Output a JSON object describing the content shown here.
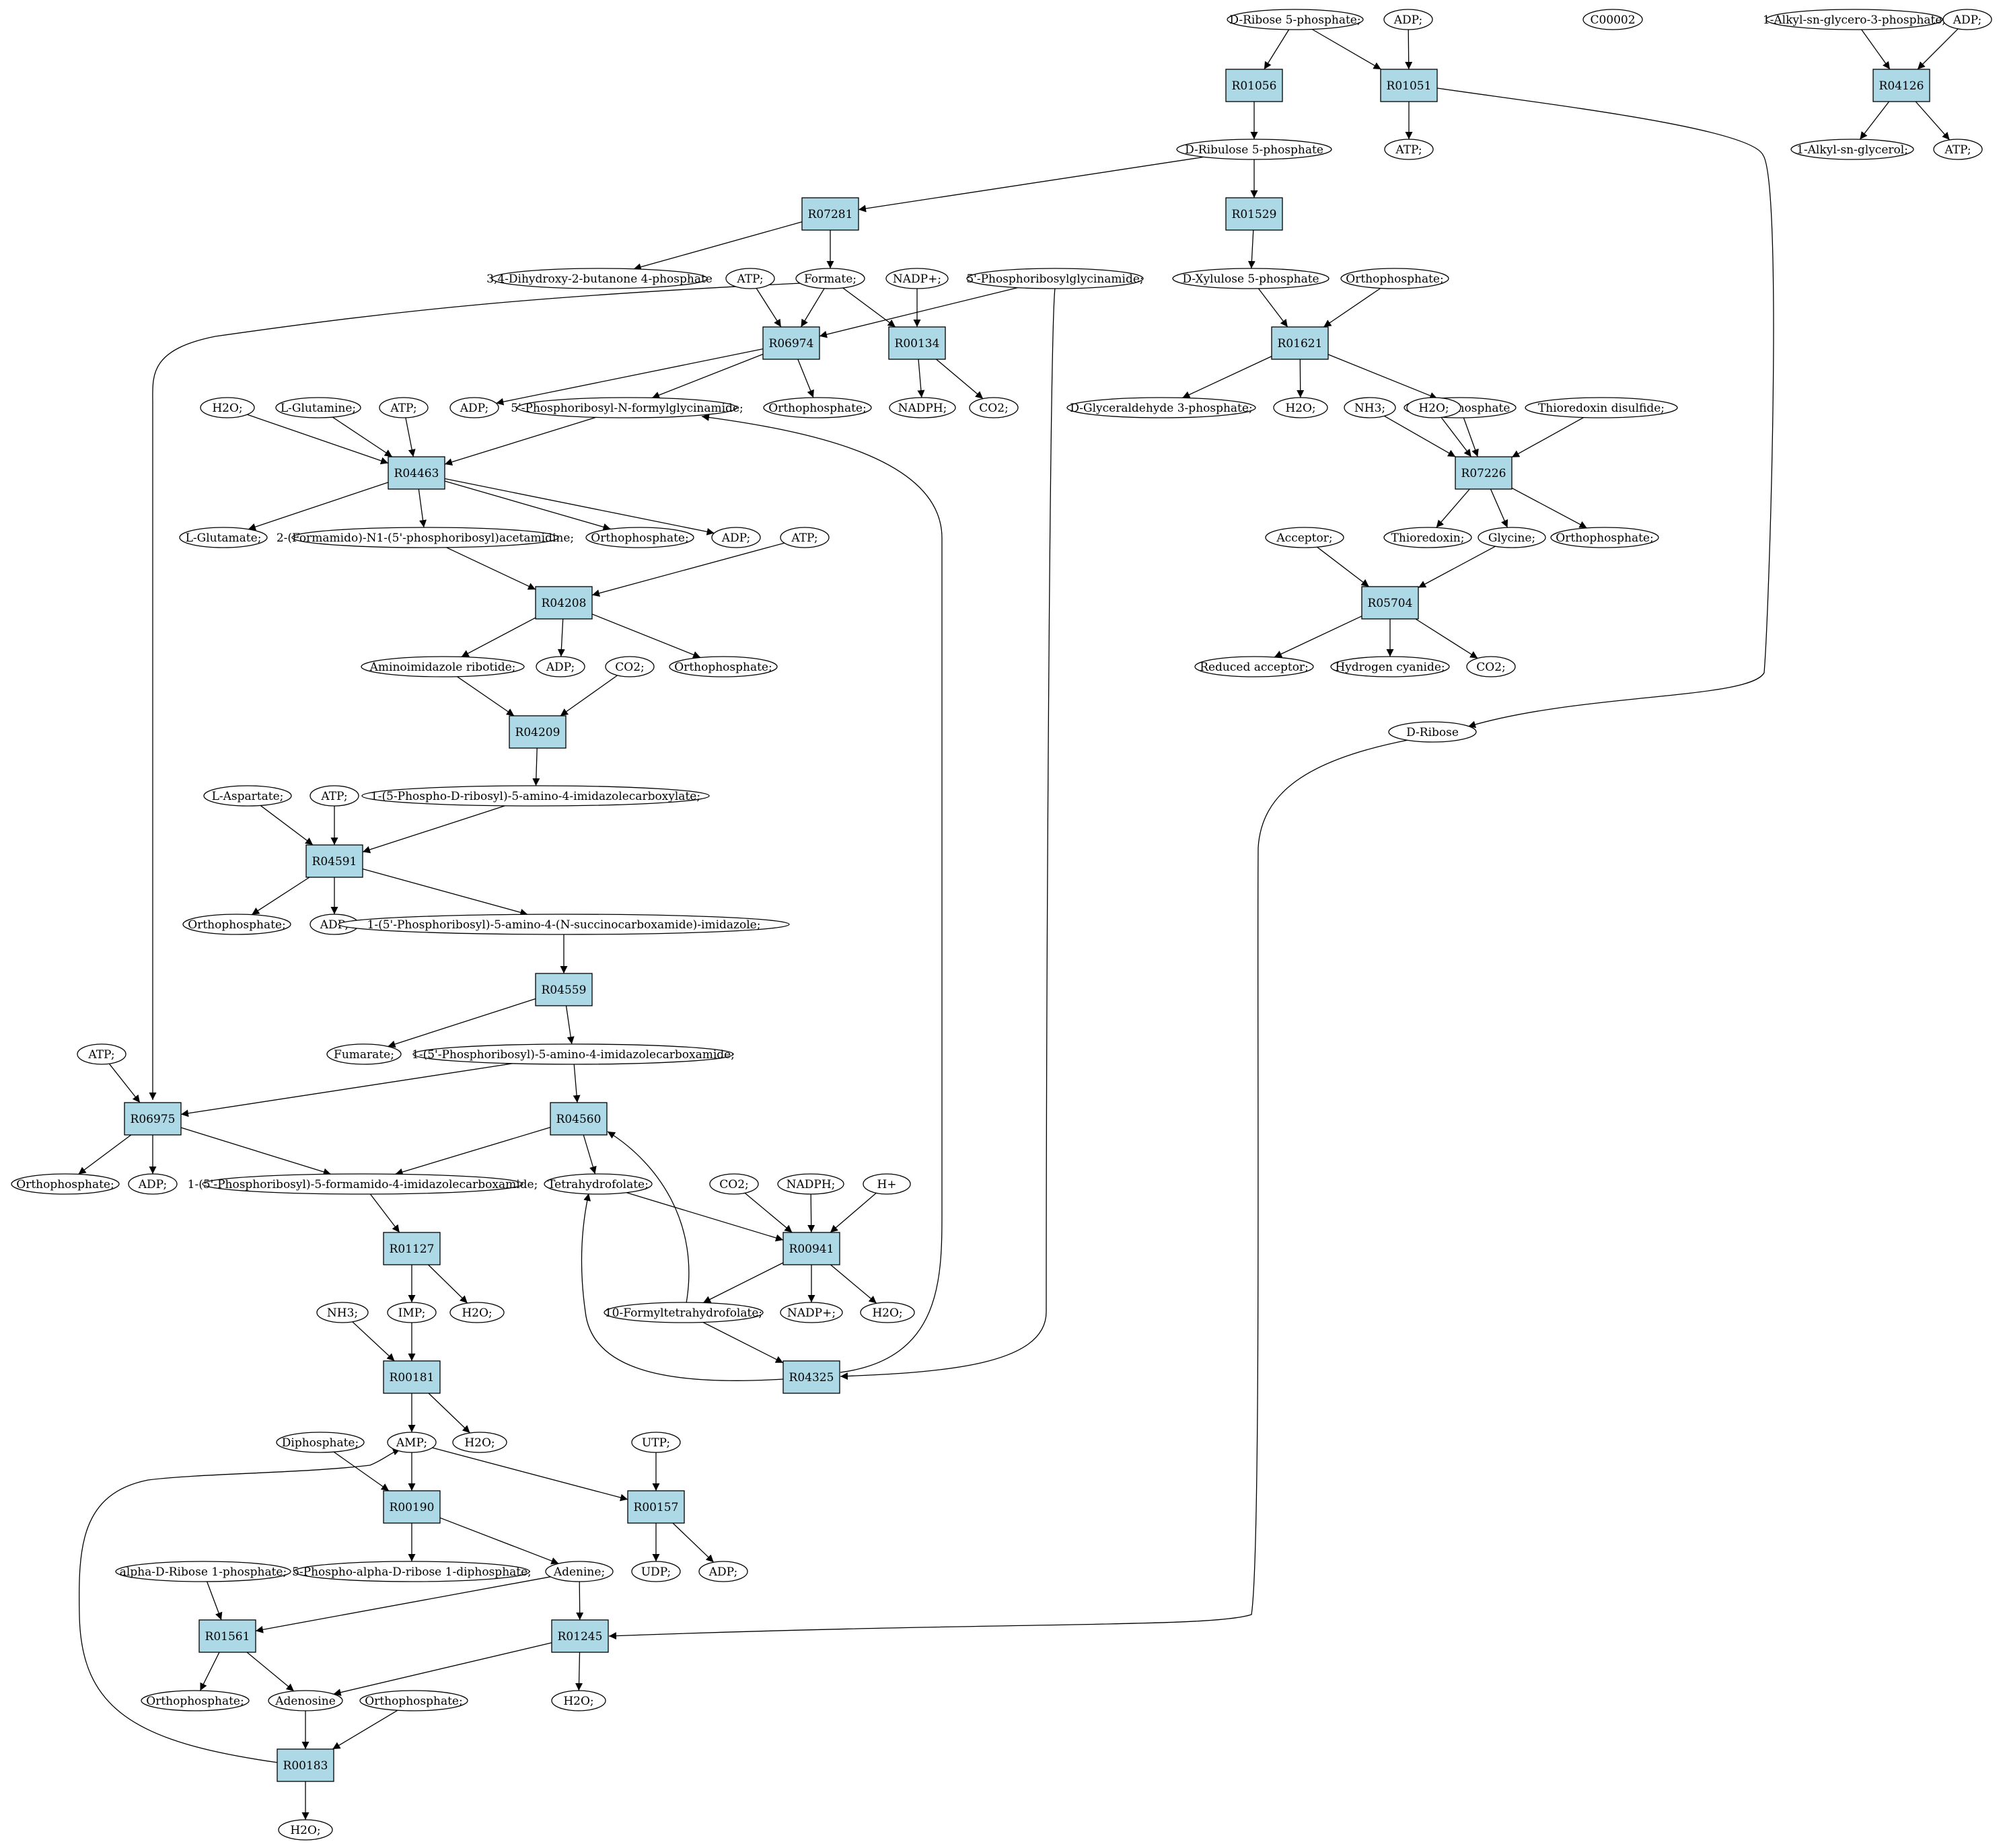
{
  "colors": {
    "reaction": "#add8e6",
    "start": "#00ee00",
    "highlight": "#ffff00",
    "compound": "#ffffff",
    "edge": "#000000"
  },
  "nodes": [
    {
      "id": "c_r5p",
      "label": "D-Ribose 5-phosphate;",
      "shape": "ellipse",
      "fill": "#00ee00"
    },
    {
      "id": "c_adp_top",
      "label": "ADP;",
      "shape": "ellipse"
    },
    {
      "id": "c_c00002",
      "label": "C00002",
      "shape": "ellipse",
      "fill": "#ffff00"
    },
    {
      "id": "c_alkyl3p",
      "label": "1-Alkyl-sn-glycero-3-phosphate;",
      "shape": "ellipse"
    },
    {
      "id": "c_adp_tr",
      "label": "ADP;",
      "shape": "ellipse"
    },
    {
      "id": "r_R01056",
      "label": "R01056",
      "shape": "box"
    },
    {
      "id": "r_R01051",
      "label": "R01051",
      "shape": "box"
    },
    {
      "id": "r_R04126",
      "label": "R04126",
      "shape": "box"
    },
    {
      "id": "c_ru5p",
      "label": "D-Ribulose 5-phosphate",
      "shape": "ellipse"
    },
    {
      "id": "c_atp_r01051",
      "label": "ATP;",
      "shape": "ellipse"
    },
    {
      "id": "c_alkylgly",
      "label": "1-Alkyl-sn-glycerol;",
      "shape": "ellipse"
    },
    {
      "id": "c_atp_r04126",
      "label": "ATP;",
      "shape": "ellipse"
    },
    {
      "id": "r_R07281",
      "label": "R07281",
      "shape": "box"
    },
    {
      "id": "r_R01529",
      "label": "R01529",
      "shape": "box"
    },
    {
      "id": "c_dhbp",
      "label": "3,4-Dihydroxy-2-butanone 4-phosphate",
      "shape": "ellipse"
    },
    {
      "id": "c_atp_r06974",
      "label": "ATP;",
      "shape": "ellipse"
    },
    {
      "id": "c_formate",
      "label": "Formate;",
      "shape": "ellipse"
    },
    {
      "id": "c_nadp",
      "label": "NADP+;",
      "shape": "ellipse"
    },
    {
      "id": "c_gar",
      "label": "5'-Phosphoribosylglycinamide;",
      "shape": "ellipse"
    },
    {
      "id": "c_xu5p",
      "label": "D-Xylulose 5-phosphate",
      "shape": "ellipse"
    },
    {
      "id": "c_pi_r01621",
      "label": "Orthophosphate;",
      "shape": "ellipse"
    },
    {
      "id": "r_R06974",
      "label": "R06974",
      "shape": "box"
    },
    {
      "id": "r_R00134",
      "label": "R00134",
      "shape": "box"
    },
    {
      "id": "r_R01621",
      "label": "R01621",
      "shape": "box"
    },
    {
      "id": "c_h2o_r04463",
      "label": "H2O;",
      "shape": "ellipse"
    },
    {
      "id": "c_gln",
      "label": "L-Glutamine;",
      "shape": "ellipse"
    },
    {
      "id": "c_atp_r04463",
      "label": "ATP;",
      "shape": "ellipse"
    },
    {
      "id": "c_adp_r06974",
      "label": "ADP;",
      "shape": "ellipse"
    },
    {
      "id": "c_fgar",
      "label": "5'-Phosphoribosyl-N-formylglycinamide;",
      "shape": "ellipse"
    },
    {
      "id": "c_pi_r06974",
      "label": "Orthophosphate;",
      "shape": "ellipse"
    },
    {
      "id": "c_nadph_r00134",
      "label": "NADPH;",
      "shape": "ellipse"
    },
    {
      "id": "c_co2_r00134",
      "label": "CO2;",
      "shape": "ellipse"
    },
    {
      "id": "c_g3p",
      "label": "D-Glyceraldehyde 3-phosphate;",
      "shape": "ellipse"
    },
    {
      "id": "c_h2o_r01621",
      "label": "H2O;",
      "shape": "ellipse"
    },
    {
      "id": "c_acp",
      "label": "Acetyl phosphate",
      "shape": "ellipse"
    },
    {
      "id": "c_nh3_r07226",
      "label": "NH3;",
      "shape": "ellipse"
    },
    {
      "id": "c_h2o_r07226",
      "label": "H2O;",
      "shape": "ellipse"
    },
    {
      "id": "c_trxss",
      "label": "Thioredoxin disulfide;",
      "shape": "ellipse"
    },
    {
      "id": "r_R04463",
      "label": "R04463",
      "shape": "box"
    },
    {
      "id": "r_R07226",
      "label": "R07226",
      "shape": "box"
    },
    {
      "id": "c_glu",
      "label": "L-Glutamate;",
      "shape": "ellipse"
    },
    {
      "id": "c_fgam",
      "label": "2-(Formamido)-N1-(5'-phosphoribosyl)acetamidine;",
      "shape": "ellipse"
    },
    {
      "id": "c_pi_r04463",
      "label": "Orthophosphate;",
      "shape": "ellipse"
    },
    {
      "id": "c_adp_r04463",
      "label": "ADP;",
      "shape": "ellipse"
    },
    {
      "id": "c_atp_r04208",
      "label": "ATP;",
      "shape": "ellipse"
    },
    {
      "id": "c_acceptor",
      "label": "Acceptor;",
      "shape": "ellipse"
    },
    {
      "id": "c_trx",
      "label": "Thioredoxin;",
      "shape": "ellipse"
    },
    {
      "id": "c_gly",
      "label": "Glycine;",
      "shape": "ellipse"
    },
    {
      "id": "c_pi_r07226",
      "label": "Orthophosphate;",
      "shape": "ellipse"
    },
    {
      "id": "r_R04208",
      "label": "R04208",
      "shape": "box"
    },
    {
      "id": "r_R05704",
      "label": "R05704",
      "shape": "box"
    },
    {
      "id": "c_air",
      "label": "Aminoimidazole ribotide;",
      "shape": "ellipse"
    },
    {
      "id": "c_adp_r04208",
      "label": "ADP;",
      "shape": "ellipse"
    },
    {
      "id": "c_co2_r04209",
      "label": "CO2;",
      "shape": "ellipse"
    },
    {
      "id": "c_pi_r04208",
      "label": "Orthophosphate;",
      "shape": "ellipse"
    },
    {
      "id": "c_redacc",
      "label": "Reduced acceptor;",
      "shape": "ellipse"
    },
    {
      "id": "c_hcn",
      "label": "Hydrogen cyanide;",
      "shape": "ellipse"
    },
    {
      "id": "c_co2_r05704",
      "label": "CO2;",
      "shape": "ellipse"
    },
    {
      "id": "r_R04209",
      "label": "R04209",
      "shape": "box"
    },
    {
      "id": "c_ribose",
      "label": "D-Ribose",
      "shape": "ellipse"
    },
    {
      "id": "c_asp",
      "label": "L-Aspartate;",
      "shape": "ellipse"
    },
    {
      "id": "c_atp_r04591",
      "label": "ATP;",
      "shape": "ellipse"
    },
    {
      "id": "c_cair",
      "label": "1-(5-Phospho-D-ribosyl)-5-amino-4-imidazolecarboxylate;",
      "shape": "ellipse"
    },
    {
      "id": "r_R04591",
      "label": "R04591",
      "shape": "box"
    },
    {
      "id": "c_pi_r04591",
      "label": "Orthophosphate;",
      "shape": "ellipse"
    },
    {
      "id": "c_adp_r04591",
      "label": "ADP;",
      "shape": "ellipse"
    },
    {
      "id": "c_saicar",
      "label": "1-(5'-Phosphoribosyl)-5-amino-4-(N-succinocarboxamide)-imidazole;",
      "shape": "ellipse"
    },
    {
      "id": "r_R04559",
      "label": "R04559",
      "shape": "box"
    },
    {
      "id": "c_atp_r06975",
      "label": "ATP;",
      "shape": "ellipse"
    },
    {
      "id": "c_fumarate",
      "label": "Fumarate;",
      "shape": "ellipse"
    },
    {
      "id": "c_aicar",
      "label": "1-(5'-Phosphoribosyl)-5-amino-4-imidazolecarboxamide;",
      "shape": "ellipse"
    },
    {
      "id": "r_R06975",
      "label": "R06975",
      "shape": "box"
    },
    {
      "id": "r_R04560",
      "label": "R04560",
      "shape": "box"
    },
    {
      "id": "c_pi_r06975",
      "label": "Orthophosphate;",
      "shape": "ellipse"
    },
    {
      "id": "c_adp_r06975",
      "label": "ADP;",
      "shape": "ellipse"
    },
    {
      "id": "c_faicar",
      "label": "1-(5'-Phosphoribosyl)-5-formamido-4-imidazolecarboxamide;",
      "shape": "ellipse"
    },
    {
      "id": "c_thf",
      "label": "Tetrahydrofolate;",
      "shape": "ellipse"
    },
    {
      "id": "c_co2_r00941",
      "label": "CO2;",
      "shape": "ellipse"
    },
    {
      "id": "c_nadph_r00941",
      "label": "NADPH;",
      "shape": "ellipse"
    },
    {
      "id": "c_hplus",
      "label": "H+",
      "shape": "ellipse"
    },
    {
      "id": "r_R01127",
      "label": "R01127",
      "shape": "box"
    },
    {
      "id": "r_R00941",
      "label": "R00941",
      "shape": "box"
    },
    {
      "id": "c_nh3_r00181",
      "label": "NH3;",
      "shape": "ellipse"
    },
    {
      "id": "c_imp",
      "label": "IMP;",
      "shape": "ellipse"
    },
    {
      "id": "c_h2o_r01127",
      "label": "H2O;",
      "shape": "ellipse"
    },
    {
      "id": "c_fthf",
      "label": "10-Formyltetrahydrofolate;",
      "shape": "ellipse"
    },
    {
      "id": "c_nadp_r00941",
      "label": "NADP+;",
      "shape": "ellipse"
    },
    {
      "id": "c_h2o_r00941",
      "label": "H2O;",
      "shape": "ellipse"
    },
    {
      "id": "r_R00181",
      "label": "R00181",
      "shape": "box"
    },
    {
      "id": "r_R04325",
      "label": "R04325",
      "shape": "box"
    },
    {
      "id": "c_diphosphate",
      "label": "Diphosphate;",
      "shape": "ellipse"
    },
    {
      "id": "c_amp",
      "label": "AMP;",
      "shape": "ellipse"
    },
    {
      "id": "c_h2o_r00181",
      "label": "H2O;",
      "shape": "ellipse"
    },
    {
      "id": "c_utp",
      "label": "UTP;",
      "shape": "ellipse"
    },
    {
      "id": "r_R00190",
      "label": "R00190",
      "shape": "box"
    },
    {
      "id": "r_R00157",
      "label": "R00157",
      "shape": "box"
    },
    {
      "id": "c_a1p",
      "label": "alpha-D-Ribose 1-phosphate;",
      "shape": "ellipse"
    },
    {
      "id": "c_prpp",
      "label": "5-Phospho-alpha-D-ribose 1-diphosphate;",
      "shape": "ellipse"
    },
    {
      "id": "c_adenine",
      "label": "Adenine;",
      "shape": "ellipse"
    },
    {
      "id": "c_udp",
      "label": "UDP;",
      "shape": "ellipse"
    },
    {
      "id": "c_adp_r00157",
      "label": "ADP;",
      "shape": "ellipse"
    },
    {
      "id": "r_R01561",
      "label": "R01561",
      "shape": "box"
    },
    {
      "id": "r_R01245",
      "label": "R01245",
      "shape": "box"
    },
    {
      "id": "c_pi_r01561",
      "label": "Orthophosphate;",
      "shape": "ellipse"
    },
    {
      "id": "c_adenosine",
      "label": "Adenosine",
      "shape": "ellipse"
    },
    {
      "id": "c_pi_r00183",
      "label": "Orthophosphate;",
      "shape": "ellipse"
    },
    {
      "id": "c_h2o_r01245",
      "label": "H2O;",
      "shape": "ellipse"
    },
    {
      "id": "r_R00183",
      "label": "R00183",
      "shape": "box"
    },
    {
      "id": "c_h2o_r00183",
      "label": "H2O;",
      "shape": "ellipse"
    }
  ],
  "edges": [
    [
      "c_r5p",
      "r_R01056"
    ],
    [
      "c_r5p",
      "r_R01051"
    ],
    [
      "c_adp_top",
      "r_R01051"
    ],
    [
      "c_alkyl3p",
      "r_R04126"
    ],
    [
      "c_adp_tr",
      "r_R04126"
    ],
    [
      "r_R01056",
      "c_ru5p"
    ],
    [
      "r_R01051",
      "c_atp_r01051"
    ],
    [
      "r_R01051",
      "c_ribose"
    ],
    [
      "r_R04126",
      "c_alkylgly"
    ],
    [
      "r_R04126",
      "c_atp_r04126"
    ],
    [
      "c_ru5p",
      "r_R07281"
    ],
    [
      "c_ru5p",
      "r_R01529"
    ],
    [
      "r_R07281",
      "c_dhbp"
    ],
    [
      "r_R07281",
      "c_formate"
    ],
    [
      "r_R01529",
      "c_xu5p"
    ],
    [
      "c_atp_r06974",
      "r_R06974"
    ],
    [
      "c_formate",
      "r_R06974"
    ],
    [
      "c_formate",
      "r_R00134"
    ],
    [
      "c_formate",
      "r_R06975"
    ],
    [
      "c_nadp",
      "r_R00134"
    ],
    [
      "c_gar",
      "r_R06974"
    ],
    [
      "c_gar",
      "r_R04325"
    ],
    [
      "c_xu5p",
      "r_R01621"
    ],
    [
      "c_pi_r01621",
      "r_R01621"
    ],
    [
      "r_R06974",
      "c_adp_r06974"
    ],
    [
      "r_R06974",
      "c_fgar"
    ],
    [
      "r_R06974",
      "c_pi_r06974"
    ],
    [
      "r_R00134",
      "c_nadph_r00134"
    ],
    [
      "r_R00134",
      "c_co2_r00134"
    ],
    [
      "r_R01621",
      "c_g3p"
    ],
    [
      "r_R01621",
      "c_h2o_r01621"
    ],
    [
      "r_R01621",
      "c_acp"
    ],
    [
      "c_h2o_r04463",
      "r_R04463"
    ],
    [
      "c_gln",
      "r_R04463"
    ],
    [
      "c_atp_r04463",
      "r_R04463"
    ],
    [
      "c_fgar",
      "r_R04463"
    ],
    [
      "c_nh3_r07226",
      "r_R07226"
    ],
    [
      "c_h2o_r07226",
      "r_R07226"
    ],
    [
      "c_acp",
      "r_R07226"
    ],
    [
      "c_trxss",
      "r_R07226"
    ],
    [
      "r_R04463",
      "c_glu"
    ],
    [
      "r_R04463",
      "c_fgam"
    ],
    [
      "r_R04463",
      "c_pi_r04463"
    ],
    [
      "r_R04463",
      "c_adp_r04463"
    ],
    [
      "r_R07226",
      "c_trx"
    ],
    [
      "r_R07226",
      "c_gly"
    ],
    [
      "r_R07226",
      "c_pi_r07226"
    ],
    [
      "c_fgam",
      "r_R04208"
    ],
    [
      "c_atp_r04208",
      "r_R04208"
    ],
    [
      "c_acceptor",
      "r_R05704"
    ],
    [
      "c_gly",
      "r_R05704"
    ],
    [
      "r_R04208",
      "c_air"
    ],
    [
      "r_R04208",
      "c_adp_r04208"
    ],
    [
      "r_R04208",
      "c_pi_r04208"
    ],
    [
      "r_R05704",
      "c_redacc"
    ],
    [
      "r_R05704",
      "c_hcn"
    ],
    [
      "r_R05704",
      "c_co2_r05704"
    ],
    [
      "c_air",
      "r_R04209"
    ],
    [
      "c_co2_r04209",
      "r_R04209"
    ],
    [
      "r_R04209",
      "c_cair"
    ],
    [
      "c_asp",
      "r_R04591"
    ],
    [
      "c_atp_r04591",
      "r_R04591"
    ],
    [
      "c_cair",
      "r_R04591"
    ],
    [
      "r_R04591",
      "c_pi_r04591"
    ],
    [
      "r_R04591",
      "c_adp_r04591"
    ],
    [
      "r_R04591",
      "c_saicar"
    ],
    [
      "c_saicar",
      "r_R04559"
    ],
    [
      "r_R04559",
      "c_fumarate"
    ],
    [
      "r_R04559",
      "c_aicar"
    ],
    [
      "c_atp_r06975",
      "r_R06975"
    ],
    [
      "c_aicar",
      "r_R06975"
    ],
    [
      "c_aicar",
      "r_R04560"
    ],
    [
      "r_R06975",
      "c_pi_r06975"
    ],
    [
      "r_R06975",
      "c_adp_r06975"
    ],
    [
      "r_R06975",
      "c_faicar"
    ],
    [
      "r_R04560",
      "c_faicar"
    ],
    [
      "r_R04560",
      "c_thf"
    ],
    [
      "c_faicar",
      "r_R01127"
    ],
    [
      "c_thf",
      "r_R00941"
    ],
    [
      "c_co2_r00941",
      "r_R00941"
    ],
    [
      "c_nadph_r00941",
      "r_R00941"
    ],
    [
      "c_hplus",
      "r_R00941"
    ],
    [
      "r_R01127",
      "c_imp"
    ],
    [
      "r_R01127",
      "c_h2o_r01127"
    ],
    [
      "r_R00941",
      "c_fthf"
    ],
    [
      "r_R00941",
      "c_nadp_r00941"
    ],
    [
      "r_R00941",
      "c_h2o_r00941"
    ],
    [
      "c_nh3_r00181",
      "r_R00181"
    ],
    [
      "c_imp",
      "r_R00181"
    ],
    [
      "c_fthf",
      "r_R04560"
    ],
    [
      "c_fthf",
      "r_R04325"
    ],
    [
      "r_R04325",
      "c_thf"
    ],
    [
      "r_R04325",
      "c_fgar"
    ],
    [
      "r_R00181",
      "c_amp"
    ],
    [
      "r_R00181",
      "c_h2o_r00181"
    ],
    [
      "c_diphosphate",
      "r_R00190"
    ],
    [
      "c_amp",
      "r_R00190"
    ],
    [
      "c_amp",
      "r_R00157"
    ],
    [
      "c_utp",
      "r_R00157"
    ],
    [
      "r_R00190",
      "c_prpp"
    ],
    [
      "r_R00190",
      "c_adenine"
    ],
    [
      "r_R00157",
      "c_udp"
    ],
    [
      "r_R00157",
      "c_adp_r00157"
    ],
    [
      "c_a1p",
      "r_R01561"
    ],
    [
      "c_adenine",
      "r_R01561"
    ],
    [
      "c_adenine",
      "r_R01245"
    ],
    [
      "c_ribose",
      "r_R01245"
    ],
    [
      "r_R01561",
      "c_pi_r01561"
    ],
    [
      "r_R01561",
      "c_adenosine"
    ],
    [
      "r_R01245",
      "c_adenosine"
    ],
    [
      "r_R01245",
      "c_h2o_r01245"
    ],
    [
      "c_adenosine",
      "r_R00183"
    ],
    [
      "c_pi_r00183",
      "r_R00183"
    ],
    [
      "r_R00183",
      "c_h2o_r00183"
    ],
    [
      "r_R00183",
      "c_amp"
    ]
  ]
}
